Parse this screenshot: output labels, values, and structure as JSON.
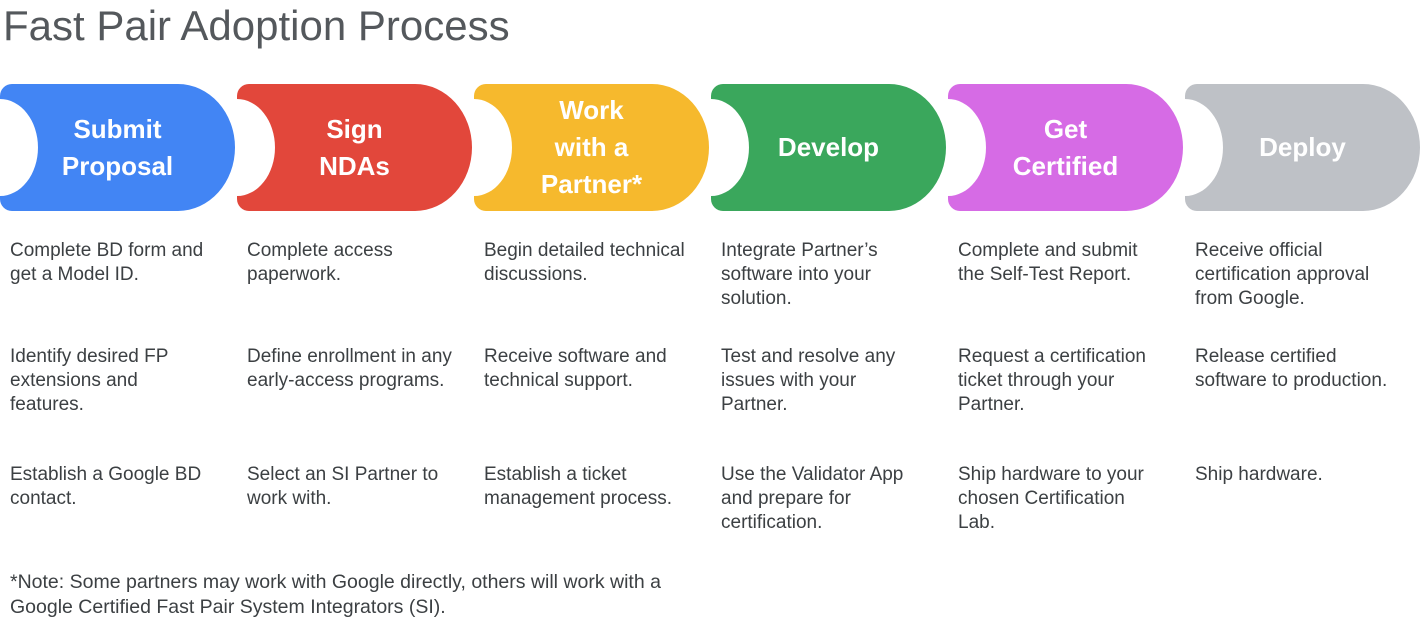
{
  "title": "Fast Pair Adoption Process",
  "note": "*Note: Some partners may work with Google directly, others will work with a Google Certified Fast Pair System Integrators (SI).",
  "stages": [
    {
      "name": "submit-proposal",
      "color": "#4285f4",
      "label": "Submit Proposal",
      "label_lines": [
        "Submit",
        "Proposal"
      ],
      "items": [
        "Complete BD form and get a Model ID.",
        "Identify desired FP extensions and features.",
        "Establish a Google BD contact."
      ]
    },
    {
      "name": "sign-ndas",
      "color": "#e2473b",
      "label": "Sign NDAs",
      "label_lines": [
        "Sign",
        "NDAs"
      ],
      "items": [
        "Complete access paperwork.",
        "Define enrollment in any early-access programs.",
        "Select an SI Partner to work with."
      ]
    },
    {
      "name": "work-with-a-partner",
      "color": "#f6b92d",
      "label": "Work with a Partner*",
      "label_lines": [
        "Work",
        "with a",
        "Partner*"
      ],
      "items": [
        "Begin detailed technical discussions.",
        "Receive software and technical support.",
        "Establish a ticket management process."
      ]
    },
    {
      "name": "develop",
      "color": "#3aa75c",
      "label": "Develop",
      "label_lines": [
        "Develop"
      ],
      "items": [
        "Integrate Partner’s software into your solution.",
        "Test and resolve any issues with your Partner.",
        "Use the Validator App and prepare for certification."
      ]
    },
    {
      "name": "get-certified",
      "color": "#d66be5",
      "label": "Get Certified",
      "label_lines": [
        "Get",
        "Certified"
      ],
      "items": [
        "Complete and submit the Self-Test Report.",
        "Request a certification ticket through your Partner.",
        "Ship hardware to your chosen Certification Lab."
      ]
    },
    {
      "name": "deploy",
      "color": "#bec1c6",
      "label": "Deploy",
      "label_lines": [
        "Deploy"
      ],
      "items": [
        "Receive official certification approval from Google.",
        "Release certified software to production.",
        "Ship hardware."
      ]
    }
  ]
}
